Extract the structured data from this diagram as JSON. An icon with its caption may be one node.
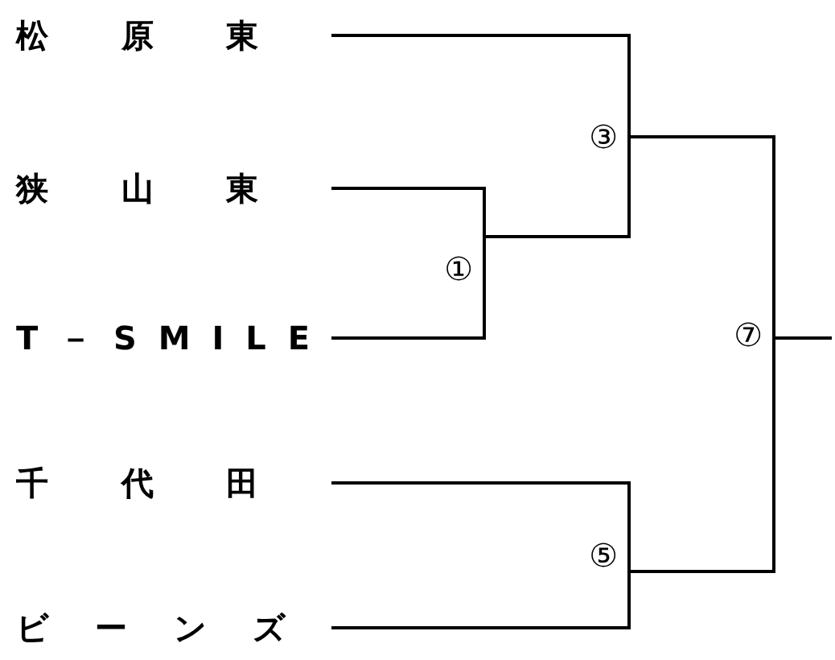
{
  "diagram": {
    "nodes": [
      {
        "text": [
          "松原東"
        ]
      },
      {
        "text": [
          "狭山東"
        ]
      },
      {
        "text": [
          "T－SMILE"
        ]
      },
      {
        "text": [
          "千代田"
        ]
      },
      {
        "text": [
          "ビーンズ"
        ]
      },
      {
        "text": [
          "①"
        ]
      },
      {
        "text": [
          "③"
        ]
      },
      {
        "text": [
          "⑤"
        ]
      },
      {
        "text": [
          "⑦"
        ]
      }
    ],
    "edges": [
      {
        "from": 0,
        "to": 6,
        "arrow": "none"
      },
      {
        "from": 1,
        "to": 5,
        "arrow": "none"
      },
      {
        "from": 2,
        "to": 5,
        "arrow": "none"
      },
      {
        "from": 5,
        "to": 6,
        "arrow": "none"
      },
      {
        "from": 3,
        "to": 7,
        "arrow": "none"
      },
      {
        "from": 4,
        "to": 7,
        "arrow": "none"
      },
      {
        "from": 6,
        "to": 8,
        "arrow": "none"
      },
      {
        "from": 7,
        "to": 8,
        "arrow": "none"
      },
      {
        "from": 8,
        "to": null,
        "arrow": "none"
      }
    ]
  }
}
